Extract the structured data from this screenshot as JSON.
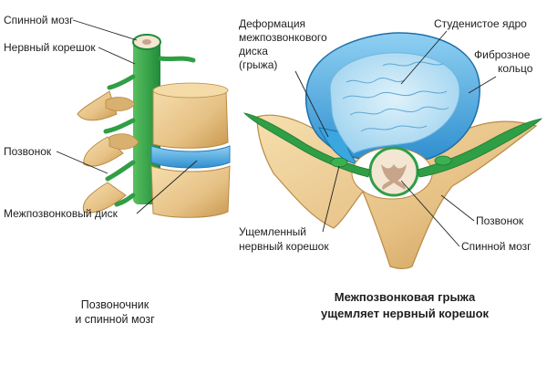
{
  "left_figure": {
    "labels": {
      "spinal_cord": "Спинной мозг",
      "nerve_root": "Нервный корешок",
      "vertebra": "Позвонок",
      "disc": "Межпозвонковый диск"
    },
    "caption": [
      "Позвоночник",
      "и спинной мозг"
    ]
  },
  "right_figure": {
    "labels": {
      "deformation": [
        "Деформация",
        "межпозвонкового",
        "диска",
        "(грыжа)"
      ],
      "nucleus": "Студенистое ядро",
      "annulus": [
        "Фиброзное",
        "кольцо"
      ],
      "vertebra": "Позвонок",
      "pinched_root": [
        "Ущемленный",
        "нервный корешок"
      ],
      "spinal_cord": "Спинной мозг"
    },
    "caption": [
      "Межпозвонковая грыжа",
      "ущемляет нервный корешок"
    ]
  },
  "colors": {
    "bone": "#e9c98f",
    "bone_shadow": "#b98a45",
    "disc_blue": "#3aa7df",
    "nucleus": "#bfe3f5",
    "nerve_green": "#2f9e45",
    "cord_pale": "#f3e6d2"
  }
}
